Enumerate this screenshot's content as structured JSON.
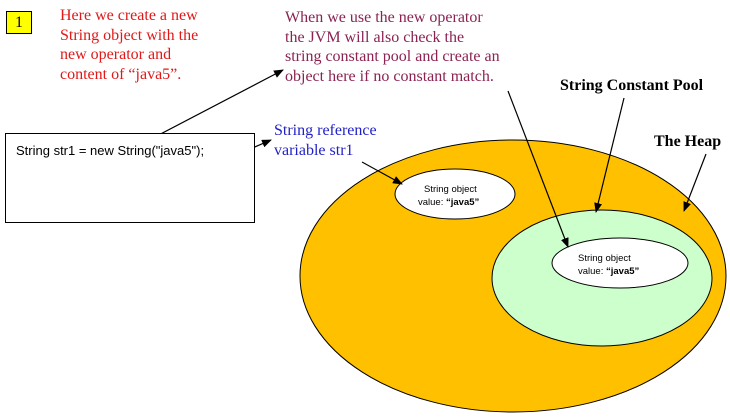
{
  "step_badge": "1",
  "notes": {
    "red": [
      "Here we create a new",
      "String object with the",
      "new operator and",
      "content of “java5”."
    ],
    "purple": [
      "When we use the new operator",
      "the JVM will also check the",
      "string constant pool and create an",
      "object here if no constant match."
    ],
    "blue": [
      "String reference",
      "variable str1"
    ]
  },
  "labels": {
    "pool": "String Constant Pool",
    "heap": "The Heap"
  },
  "code": "String str1 = new String(\"java5\");",
  "heap_object": {
    "line1": "String object",
    "line2_prefix": "value: ",
    "line2_value": "“java5”"
  },
  "pool_object": {
    "line1": "String object",
    "line2_prefix": "value: ",
    "line2_value": "“java5”"
  },
  "colors": {
    "heap": "#ffc000",
    "pool": "#ccffcc",
    "red_text": "#e01818",
    "purple_text": "#8a2252",
    "blue_text": "#1f1fc8",
    "badge": "#ffff00"
  }
}
